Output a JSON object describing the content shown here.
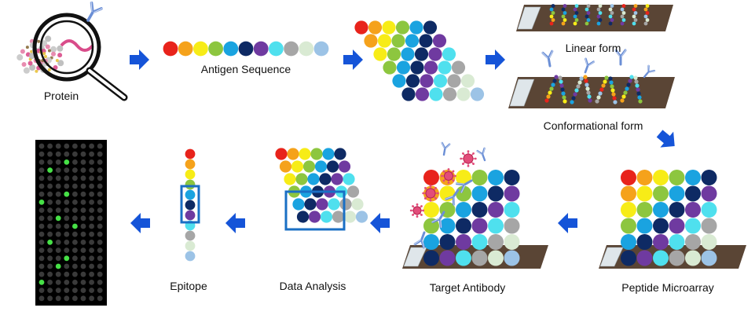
{
  "labels": {
    "protein": "Protein",
    "antigen_sequence": "Antigen Sequence",
    "linear_form": "Linear form",
    "conformational_form": "Conformational form",
    "peptide_microarray": "Peptide Microarray",
    "target_antibody": "Target Antibody",
    "data_analysis": "Data Analysis",
    "epitope": "Epitope"
  },
  "colors": {
    "arrow": "#1554d8",
    "red": "#e8231b",
    "orange": "#f5a21b",
    "yellow": "#f7ec17",
    "green": "#8dc63f",
    "blue": "#1aa3e0",
    "navy": "#0e2a64",
    "purple": "#6f3aa0",
    "cyan": "#4fe0ee",
    "gray": "#a6a6a6",
    "lightgreen": "#d9ead3",
    "lightblue": "#9cc3e6",
    "slide_wood": "#5a4535",
    "highlight_box": "#1a6fc4",
    "spot_bright": "#46e046",
    "spot_dim": "#3a3a3a"
  },
  "sequence": [
    "red",
    "orange",
    "yellow",
    "green",
    "blue",
    "navy",
    "purple",
    "cyan",
    "gray",
    "lightgreen",
    "lightblue"
  ],
  "epitope_column": [
    "red",
    "orange",
    "yellow",
    "green",
    "blue",
    "navy",
    "purple",
    "cyan",
    "gray",
    "lightgreen",
    "lightblue"
  ],
  "microarray_rows": [
    [
      "red",
      "orange",
      "yellow",
      "green",
      "blue",
      "navy"
    ],
    [
      "orange",
      "yellow",
      "green",
      "blue",
      "navy",
      "purple"
    ],
    [
      "yellow",
      "green",
      "blue",
      "navy",
      "purple",
      "cyan"
    ],
    [
      "green",
      "blue",
      "navy",
      "purple",
      "cyan",
      "gray"
    ],
    [
      "blue",
      "navy",
      "purple",
      "cyan",
      "gray",
      "lightgreen"
    ],
    [
      "navy",
      "purple",
      "cyan",
      "gray",
      "lightgreen",
      "lightblue"
    ]
  ],
  "icons": [
    "magnifier-icon",
    "protein-structure-icon",
    "antibody-icon",
    "virus-icon",
    "glass-slide-icon"
  ]
}
